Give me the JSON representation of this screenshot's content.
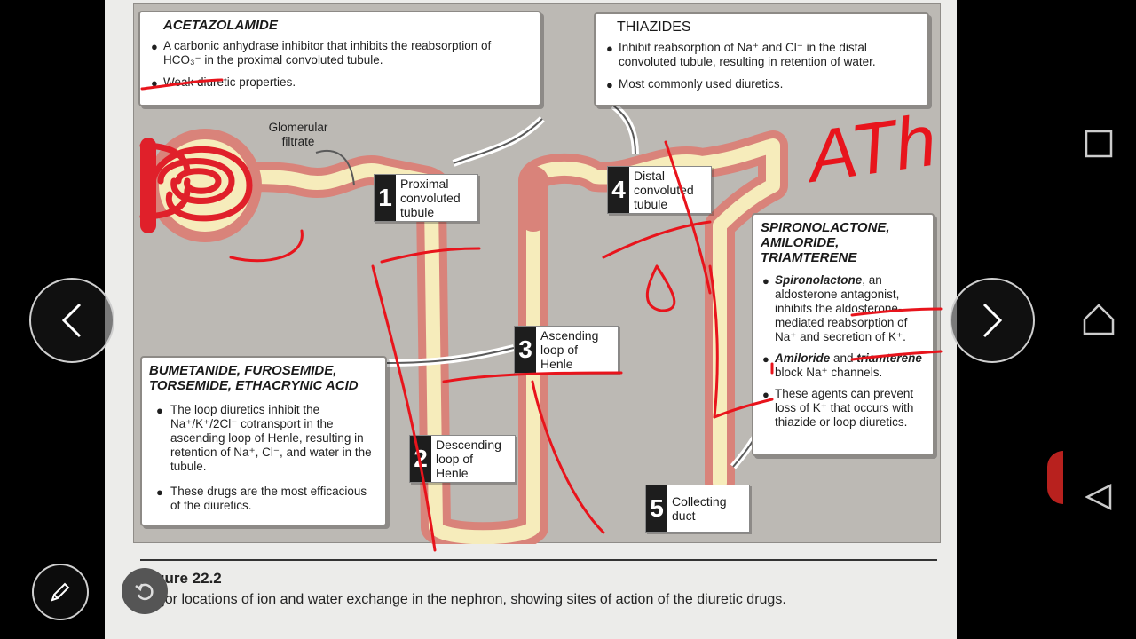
{
  "acetazolamide": {
    "title": "ACETAZOLAMIDE",
    "bullet1": "A carbonic anhydrase inhibitor that inhibits the reabsorption of HCO₃⁻ in the proximal convoluted tubule.",
    "bullet2": "Weak diuretic properties."
  },
  "thiazides": {
    "title": "THIAZIDES",
    "bullet1": "Inhibit reabsorption of Na⁺ and Cl⁻ in the distal convoluted tubule, resulting in retention of water.",
    "bullet2": "Most commonly used diuretics."
  },
  "loop_diuretics": {
    "title_line1": "BUMETANIDE, FUROSEMIDE,",
    "title_line2": "TORSEMIDE, ETHACRYNIC ACID",
    "bullet1": "The loop diuretics inhibit the Na⁺/K⁺/2Cl⁻ cotransport in the ascending loop of Henle, resulting in retention of Na⁺, Cl⁻, and water in the tubule.",
    "bullet2": "These drugs are the most efficacious of the diuretics."
  },
  "potassium_sparing": {
    "title_line1": "SPIRONOLACTONE,",
    "title_line2": "AMILORIDE,",
    "title_line3": "TRIAMTERENE",
    "bullet1_em": "Spironolactone",
    "bullet1": ", an aldosterone antagonist, inhibits the aldosterone-mediated reabsorption of Na⁺ and secretion of K⁺.",
    "bullet2_em1": "Amiloride",
    "bullet2_mid": " and ",
    "bullet2_em2": "triamterene",
    "bullet2": " block Na⁺ channels.",
    "bullet3": "These agents can prevent loss of K⁺ that occurs with thiazide or loop diuretics."
  },
  "glomerular_label": "Glomerular\nfiltrate",
  "steps": [
    {
      "num": "1",
      "label": "Proximal\nconvoluted\ntubule"
    },
    {
      "num": "2",
      "label": "Descending\nloop of\nHenle"
    },
    {
      "num": "3",
      "label": "Ascending\nloop of\nHenle"
    },
    {
      "num": "4",
      "label": "Distal\nconvoluted\ntubule"
    },
    {
      "num": "5",
      "label": "Collecting\nduct"
    }
  ],
  "caption": {
    "figure": "Figure 22.2",
    "text": "Major locations of ion and water exchange in the nephron, showing sites of action of the diuretic drugs."
  },
  "annotation_text": "ATh",
  "colors": {
    "tubule_wall": "#d9837a",
    "tubule_lumen": "#f6ecbb",
    "annotation": "#e8141c",
    "figure_bg": "#bcb9b4"
  },
  "icons": {
    "prev": "chevron-left-icon",
    "next": "chevron-right-icon",
    "pen": "pen-icon",
    "undo": "undo-icon",
    "recents": "square-icon",
    "home": "home-icon",
    "back": "triangle-back-icon"
  }
}
